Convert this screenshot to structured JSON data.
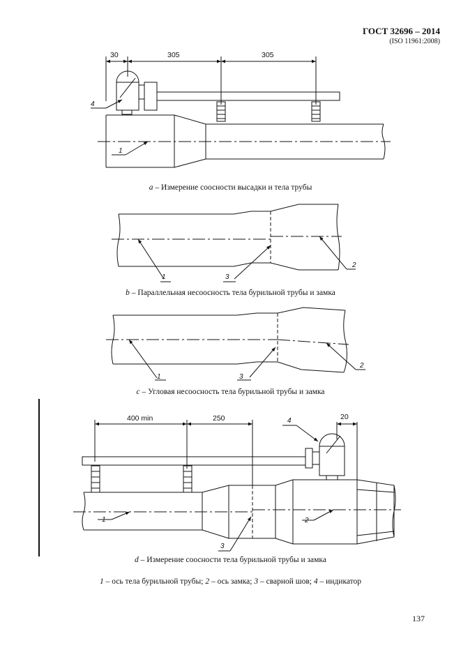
{
  "header": {
    "standard": "ГОСТ 32696 – 2014",
    "iso_ref": "(ISO 11961:2008)"
  },
  "figure_a": {
    "dims": [
      "30",
      "305",
      "305"
    ],
    "labels": [
      "4",
      "1"
    ],
    "caption_letter": "a",
    "caption_text": " – Измерение соосности высадки и тела трубы"
  },
  "figure_b": {
    "labels": [
      "1",
      "3",
      "2"
    ],
    "caption_letter": "b",
    "caption_text": " – Параллельная несоосность тела бурильной трубы и замка"
  },
  "figure_c": {
    "labels": [
      "1",
      "3",
      "2"
    ],
    "caption_letter": "c",
    "caption_text": " – Угловая несоосность тела бурильной трубы и замка"
  },
  "figure_d": {
    "dims": [
      "400 min",
      "250",
      "20"
    ],
    "labels": [
      "4",
      "1",
      "2",
      "3"
    ],
    "caption_letter": "d",
    "caption_text": " – Измерение соосности тела бурильной трубы и замка"
  },
  "legend": {
    "n1": "1",
    "t1": " – ось тела бурильной трубы; ",
    "n2": "2",
    "t2": " – ось замка; ",
    "n3": "3",
    "t3": " – сварной шов; ",
    "n4": "4",
    "t4": " – индикатор"
  },
  "page_number": "137"
}
